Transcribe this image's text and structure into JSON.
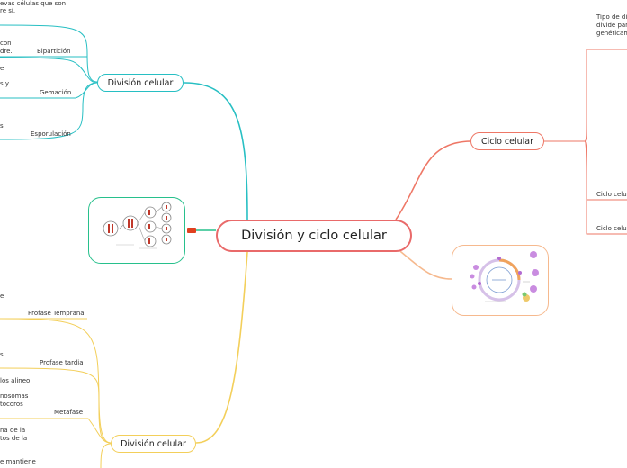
{
  "central": {
    "title": "División y ciclo celular"
  },
  "topics": {
    "division_top": "División celular",
    "ciclo": "Ciclo celular",
    "division_bottom": "División celular"
  },
  "top_branch": {
    "lines": [
      "evas células que son",
      "re sí.",
      "con",
      "dre.",
      "e",
      "s y",
      "s"
    ],
    "subtopics": [
      "Bipartición",
      "Gemación",
      "Esporulación"
    ]
  },
  "right_branch": {
    "lines": [
      "Tipo de di",
      "divide par",
      "genéticam"
    ],
    "subtopics": [
      "Ciclo celul",
      "Ciclo celul"
    ]
  },
  "bottom_branch": {
    "lines": [
      "e",
      "s",
      "los alineo",
      "nosomas",
      "tocoros",
      "na de la",
      "tos de la",
      "e mantiene"
    ],
    "subtopics": [
      "Profase Temprana",
      "Profase tardia",
      "Metafase"
    ]
  },
  "colors": {
    "central": "#e96a6a",
    "teal": "#27bfc3",
    "red": "#ee7766",
    "yellow": "#f3cf5a",
    "green": "#27c08c",
    "orange": "#f6b98e"
  },
  "icons": [
    "cell-division-image-icon",
    "cell-cycle-image-icon",
    "hyperlink-icon"
  ]
}
